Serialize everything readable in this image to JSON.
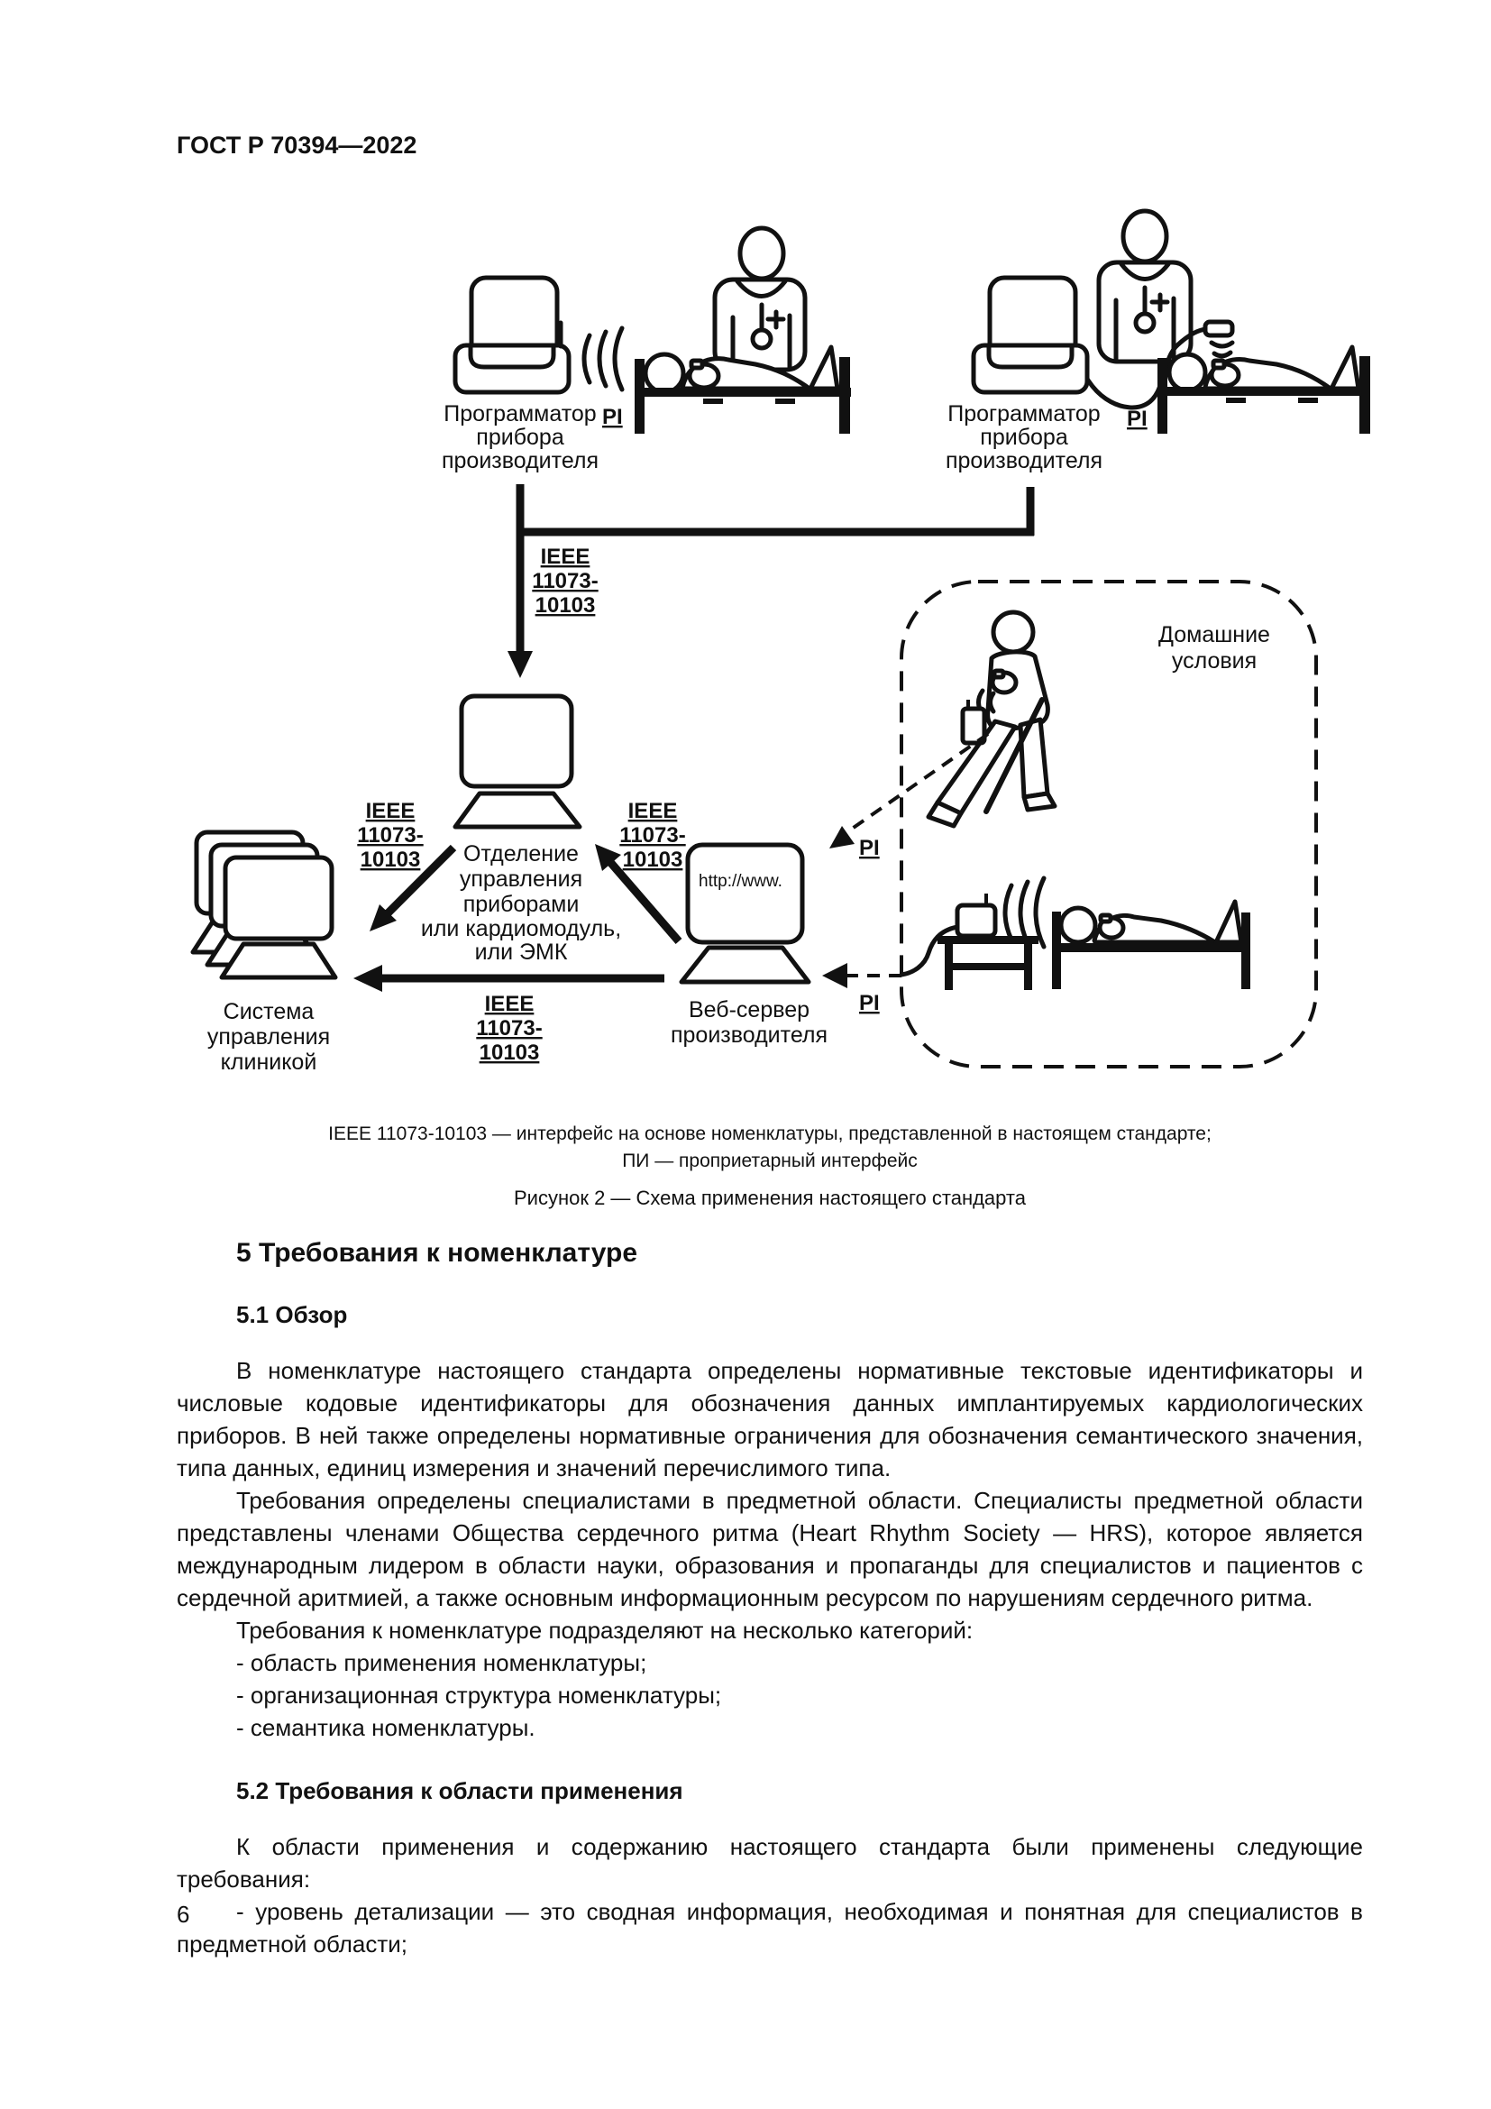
{
  "page": {
    "header": "ГОСТ Р 70394—2022",
    "page_number": "6"
  },
  "figure": {
    "note_line1": "IEEE 11073-10103 — интерфейс на основе номенклатуры, представленной в настоящем стандарте;",
    "note_line2": "ПИ — проприетарный интерфейс",
    "caption": "Рисунок 2 — Схема применения настоящего стандарта",
    "labels": {
      "left_programmer": [
        "Программатор",
        "прибора",
        "производителя"
      ],
      "right_programmer": [
        "Программатор",
        "прибора",
        "производителя"
      ],
      "pi": "PI",
      "ieee": [
        "IEEE",
        "11073-",
        "10103"
      ],
      "device_dept": [
        "Отделение",
        "управления",
        "приборами",
        "или кардиомодуль,",
        "или ЭМК"
      ],
      "clinic_system": [
        "Система",
        "управления",
        "клиникой"
      ],
      "web_server": [
        "Веб-сервер",
        "производителя"
      ],
      "web_url": "http://www.",
      "home": [
        "Домашние",
        "условия"
      ]
    }
  },
  "content": {
    "section5_title": "5 Требования к номенклатуре",
    "section51_title": "5.1 Обзор",
    "p1": "В номенклатуре настоящего стандарта определены нормативные текстовые идентификаторы и числовые кодовые идентификаторы для обозначения данных имплантируемых кардиологических приборов. В ней также определены нормативные ограничения для обозначения семантического значения, типа данных, единиц измерения и значений перечислимого типа.",
    "p2": "Требования определены специалистами в предметной области. Специалисты предметной области представлены членами Общества сердечного ритма (Heart Rhythm Society — HRS), которое является международным лидером в области науки, образования и пропаганды для специалистов и пациентов с сердечной аритмией, а также основным информационным ресурсом по нарушениям сердечного ритма.",
    "p3": "Требования к номенклатуре подразделяют на несколько категорий:",
    "bullet1": "- область применения номенклатуры;",
    "bullet2": "- организационная структура номенклатуры;",
    "bullet3": "- семантика номенклатуры.",
    "section52_title": "5.2 Требования к области применения",
    "p4": "К области применения и содержанию настоящего стандарта были применены следующие требования:",
    "p5": "- уровень детализации — это сводная информация, необходимая и понятная для специалистов в предметной области;"
  }
}
